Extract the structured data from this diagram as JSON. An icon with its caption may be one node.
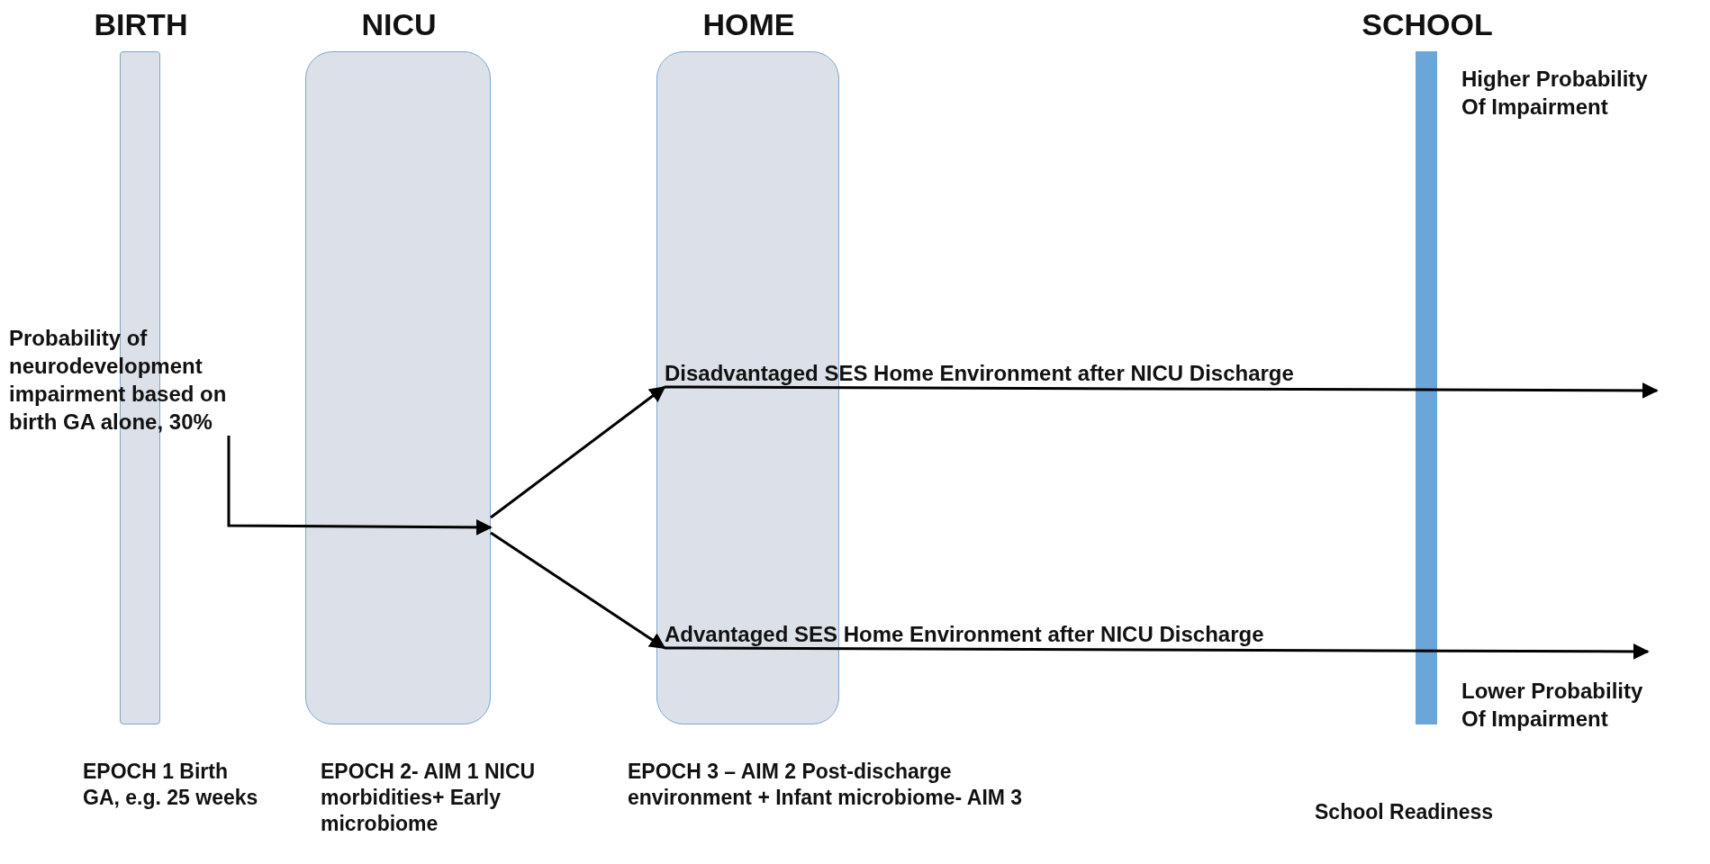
{
  "diagram": {
    "nodes": [
      {
        "text": [
          "BIRTH"
        ],
        "beside": [
          "EPOCH 1 Birth GA, e.g. 25 weeks"
        ]
      },
      {
        "text": [
          "NICU"
        ],
        "beside": [
          "EPOCH 2- AIM 1 NICU morbidities+ Early microbiome"
        ]
      },
      {
        "text": [
          "HOME"
        ],
        "beside": [
          "EPOCH 3 – AIM 2 Post-discharge environment + Infant microbiome- AIM 3"
        ]
      },
      {
        "text": [
          "SCHOOL"
        ],
        "beside": [
          "School Readiness"
        ]
      },
      {
        "text": [
          "Probability of neurodevelopment impairment based on birth GA alone, 30%"
        ]
      },
      {
        "text": [
          "Disadvantaged SES Home Environment after NICU Discharge"
        ]
      },
      {
        "text": [
          "Advantaged SES Home Environment after NICU Discharge"
        ]
      }
    ],
    "edges": [
      {
        "from": 4,
        "to": 1,
        "arrow": "to"
      },
      {
        "from": 1,
        "to": 5,
        "arrow": "to"
      },
      {
        "from": 1,
        "to": 6,
        "arrow": "to"
      },
      {
        "from": 5,
        "to": null,
        "arrow": "to"
      },
      {
        "from": 6,
        "to": null,
        "arrow": "to"
      }
    ],
    "labels": [
      "Higher Probability Of Impairment",
      "Lower Probability Of Impairment"
    ]
  }
}
